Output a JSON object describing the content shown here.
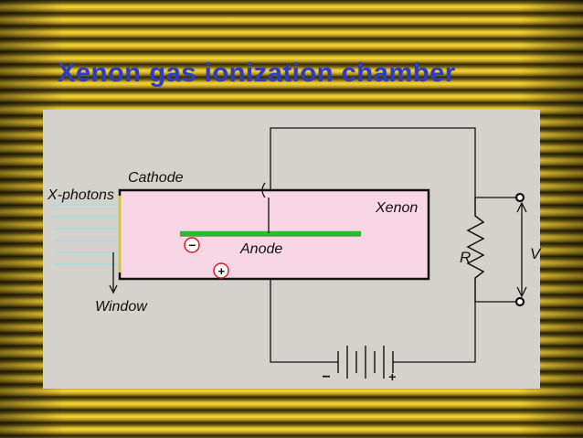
{
  "slide": {
    "title": "Xenon gas ionization chamber"
  },
  "diagram": {
    "labels": {
      "cathode": "Cathode",
      "x_photons": "X-photons",
      "xenon": "Xenon",
      "anode": "Anode",
      "window": "Window",
      "resistor": "R",
      "voltage": "V",
      "battery_negative": "−",
      "battery_positive": "+"
    },
    "ion_markers": {
      "negative": "−",
      "positive": "+"
    },
    "colors": {
      "chamber_fill": "#f8d6e6",
      "anode": "#22c222",
      "ion_ring": "#dd1a1a",
      "title": "#2a3cc8",
      "photon_lines": "#9ee0e8"
    }
  }
}
